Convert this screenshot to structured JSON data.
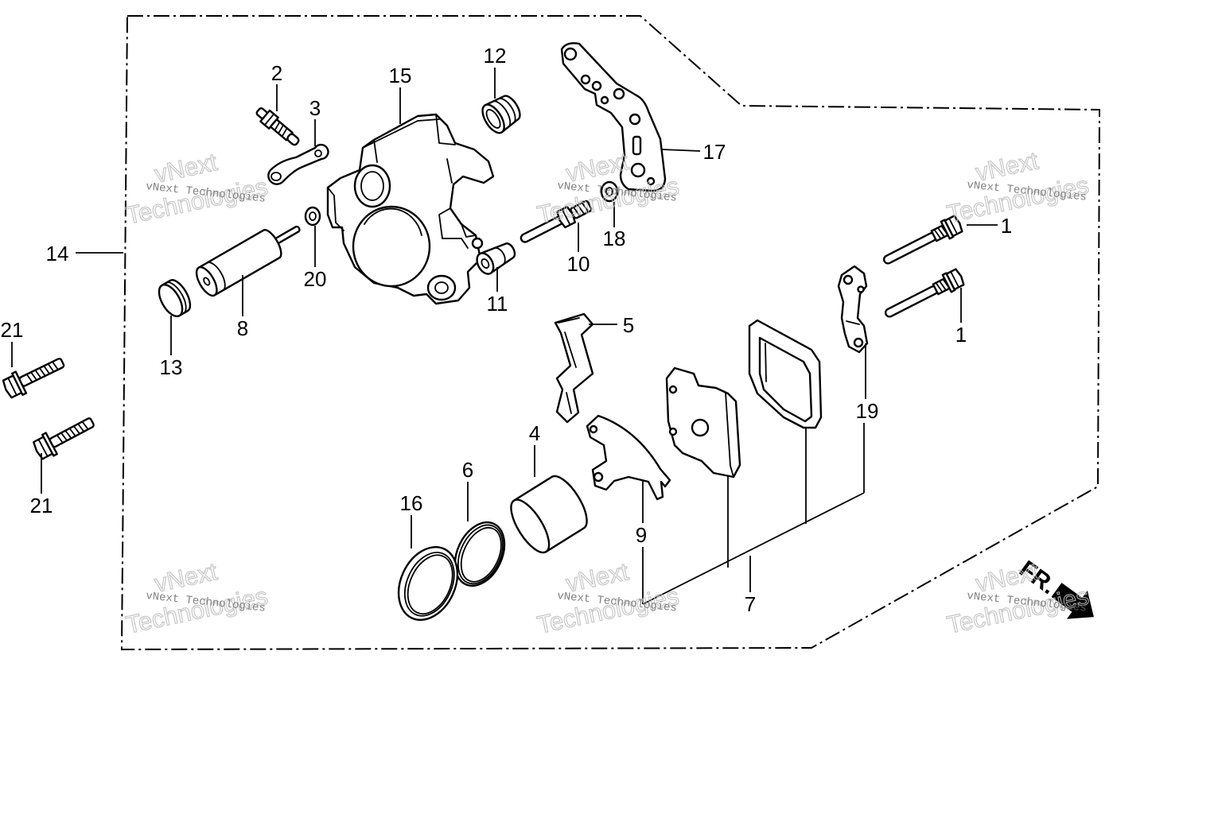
{
  "callouts": {
    "bolt_upper": "1",
    "bolt_lower": "1",
    "bleeder_screw": "2",
    "bleeder_cap": "3",
    "piston": "4",
    "pad_spring": "5",
    "piston_seal": "6",
    "pad_set": "7",
    "slide_pin": "8",
    "pad_shim": "9",
    "pin_bolt": "10",
    "pin_boot": "11",
    "bracket_boot": "12",
    "pin_cap": "13",
    "caliper_assembly": "14",
    "caliper_body": "15",
    "dust_seal": "16",
    "caliper_bracket": "17",
    "washer_upper": "18",
    "pad_retainer": "19",
    "washer_lower": "20",
    "mount_bolt_upper": "21",
    "mount_bolt_lower": "21"
  },
  "direction_marker": "FR.",
  "watermark": {
    "small": "vNext Technologies",
    "large_top": "vNext",
    "large_bottom": "Technologies"
  },
  "colors": {
    "line": "#000000",
    "background": "#ffffff",
    "watermark": "#bdbdbd"
  }
}
